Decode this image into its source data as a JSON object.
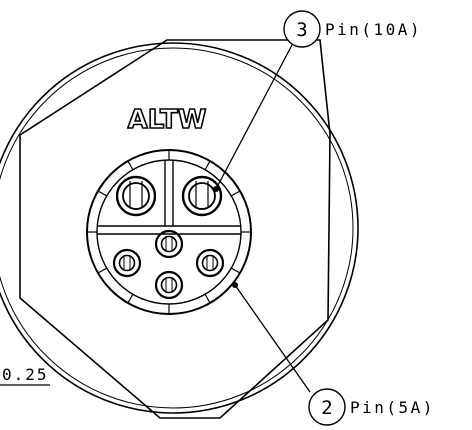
{
  "callouts": {
    "top": {
      "number": "3",
      "label": "Pin(10A)"
    },
    "bottom": {
      "number": "2",
      "label": "Pin(5A)"
    }
  },
  "logo": {
    "text": "ALTW"
  },
  "note": {
    "text": "0.25"
  },
  "colors": {
    "line": "#000000",
    "background": "#ffffff"
  }
}
